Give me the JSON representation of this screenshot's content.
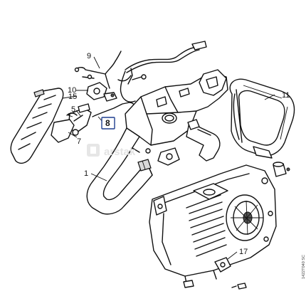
{
  "callouts": {
    "c1": "1",
    "c5": "5",
    "c7": "7",
    "c8": "8",
    "c9": "9",
    "c10": "10",
    "c11": "11",
    "c15": "15",
    "c17": "17"
  },
  "highlighted_callout": "8",
  "highlight_color": "#1f3f8f",
  "watermark": {
    "text": "arstak"
  },
  "drawing_code": "1422T040 SC"
}
